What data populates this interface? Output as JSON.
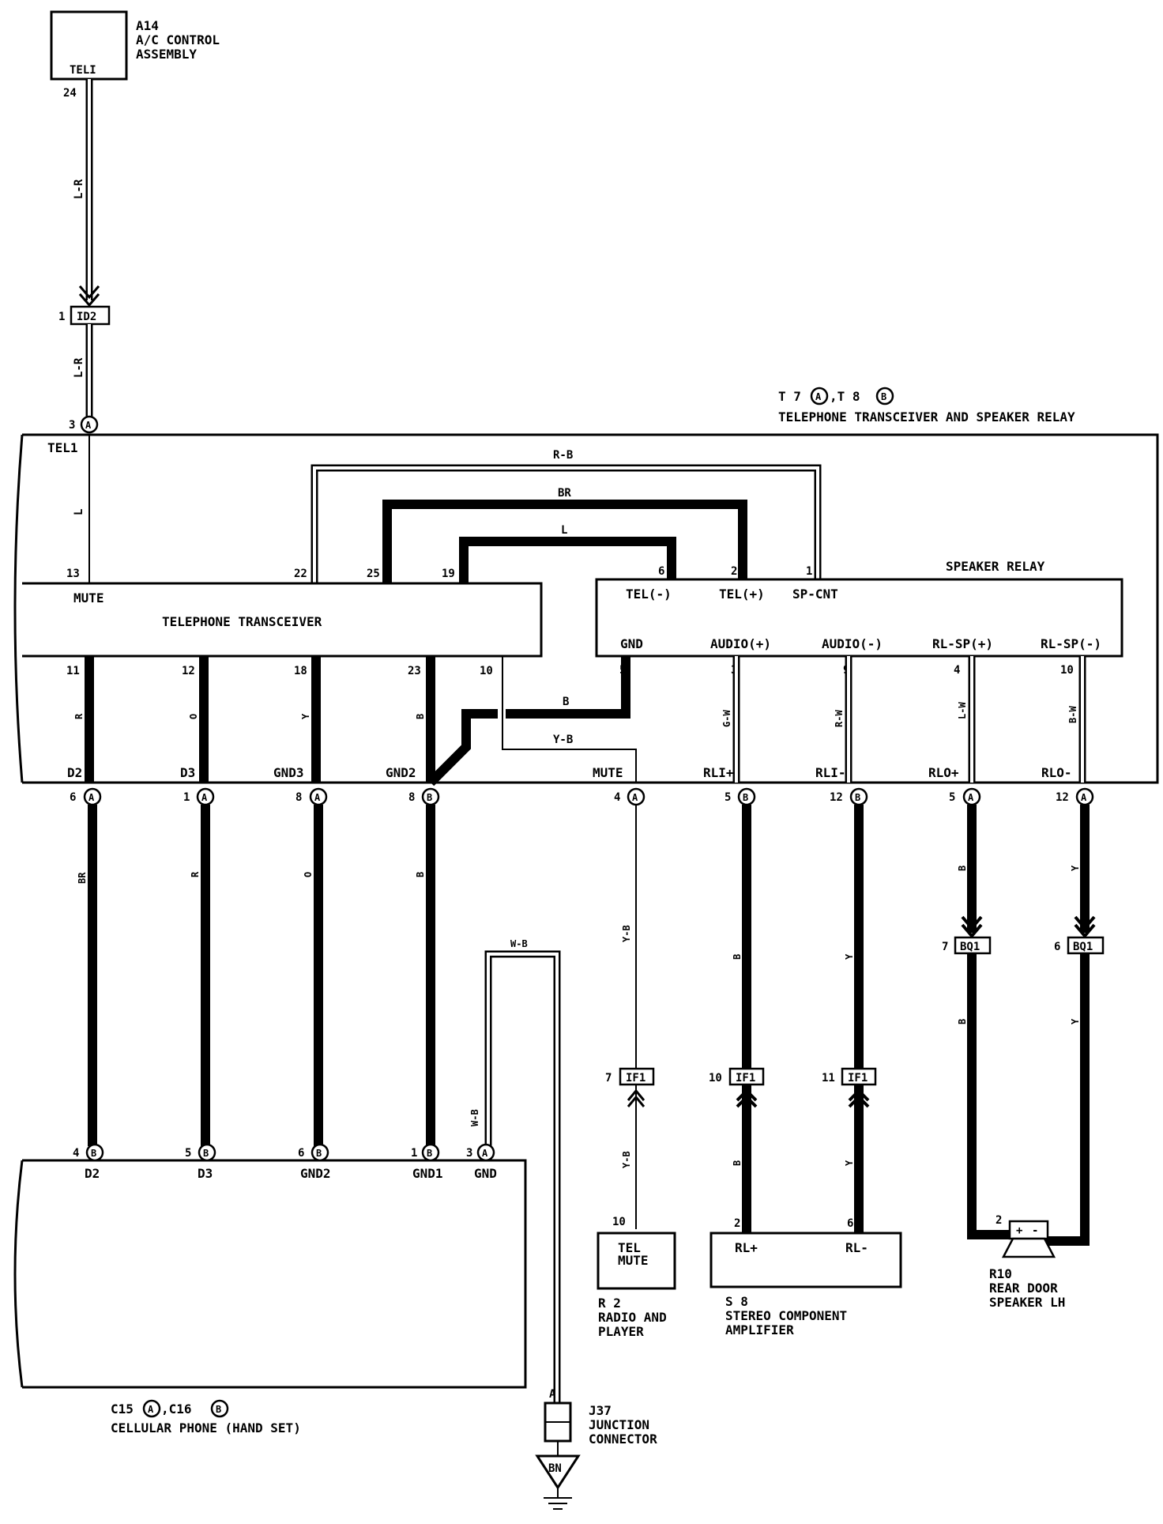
{
  "components": {
    "a14": {
      "id": "A14",
      "line1": "A/C CONTROL",
      "line2": "ASSEMBLY",
      "pin": "TELI",
      "pin_no": "24"
    },
    "t7t8": {
      "prefix": "T 7",
      "a": "A",
      "mid": ",T 8",
      "b": "B",
      "title": "TELEPHONE TRANSCEIVER AND SPEAKER RELAY",
      "tel1": "TEL1",
      "tel1_pin": "3"
    },
    "transceiver": {
      "title": "TELEPHONE TRANSCEIVER",
      "mute": "MUTE",
      "mute_pin": "13",
      "top_pins": [
        "22",
        "25",
        "19"
      ],
      "bottom_pins": [
        "11",
        "12",
        "18",
        "23",
        "10"
      ]
    },
    "relay": {
      "title": "SPEAKER RELAY",
      "tel_minus": "TEL(-)",
      "tel_plus": "TEL(+)",
      "sp_cnt": "SP-CNT",
      "gnd": "GND",
      "audio_plus": "AUDIO(+)",
      "audio_minus": "AUDIO(-)",
      "rlsp_plus": "RL-SP(+)",
      "rlsp_minus": "RL-SP(-)",
      "top_pins": [
        "6",
        "2",
        "1"
      ],
      "bottom_pins": [
        "5",
        "3",
        "9",
        "4",
        "10"
      ]
    },
    "t_bottom": {
      "labels": [
        "D2",
        "D3",
        "GND3",
        "GND2",
        "MUTE",
        "RLI+",
        "RLI-",
        "RLO+",
        "RLO-"
      ],
      "pins": [
        "6",
        "1",
        "8",
        "8",
        "4",
        "5",
        "12",
        "5",
        "12"
      ],
      "conn": [
        "A",
        "A",
        "A",
        "B",
        "A",
        "B",
        "B",
        "A",
        "A"
      ]
    },
    "cellular": {
      "prefix": "C15",
      "a": "A",
      "mid": ",C16",
      "b": "B",
      "title": "CELLULAR PHONE (HAND SET)",
      "labels": [
        "D2",
        "D3",
        "GND2",
        "GND1",
        "GND"
      ],
      "pins": [
        "4",
        "5",
        "6",
        "1",
        "3"
      ],
      "conn": [
        "B",
        "B",
        "B",
        "B",
        "A"
      ]
    },
    "r2": {
      "line1": "TEL",
      "line2": "MUTE",
      "pin": "10",
      "id": "R 2",
      "name1": "RADIO AND",
      "name2": "PLAYER"
    },
    "s8": {
      "rlp": "RL+",
      "rlm": "RL-",
      "pin_p": "2",
      "pin_m": "6",
      "id": "S 8",
      "name1": "STEREO COMPONENT",
      "name2": "AMPLIFIER"
    },
    "r10": {
      "pin": "2",
      "plus": "+",
      "minus": "-",
      "id": "R10",
      "name1": "REAR DOOR",
      "name2": "SPEAKER LH"
    },
    "j37": {
      "pin": "A",
      "id": "J37",
      "name1": "JUNCTION",
      "name2": "CONNECTOR",
      "ground": "BN"
    }
  },
  "connectors": {
    "id2": {
      "label": "ID2",
      "pin": "1"
    },
    "if1": {
      "label": "IF1",
      "pins": [
        "7",
        "10",
        "11"
      ]
    },
    "bq1": {
      "label": "BQ1",
      "pins": [
        "7",
        "6"
      ]
    }
  },
  "wire_colors": {
    "lr_top": "L-R",
    "lr_mid": "L-R",
    "l_tel1": "L",
    "rb": "R-B",
    "br_top": "BR",
    "l_inner": "L",
    "b_gnd": "B",
    "yb_mute": "Y-B",
    "r_11": "R",
    "o_12": "O",
    "y_18": "Y",
    "b_23": "B",
    "gw": "G-W",
    "rw": "R-W",
    "lw": "L-W",
    "bw": "B-W",
    "br_d2": "BR",
    "r_d3": "R",
    "o_gnd3": "O",
    "b_gnd2": "B",
    "yb_1": "Y-B",
    "b_rli": "B",
    "y_rli": "Y",
    "b_rlo": "B",
    "y_rlo": "Y",
    "wb_top": "W-B",
    "wb_side": "W-B",
    "b_bq1": "B",
    "y_bq1": "Y",
    "yb_2": "Y-B",
    "b_if1": "B",
    "y_if1": "Y"
  }
}
